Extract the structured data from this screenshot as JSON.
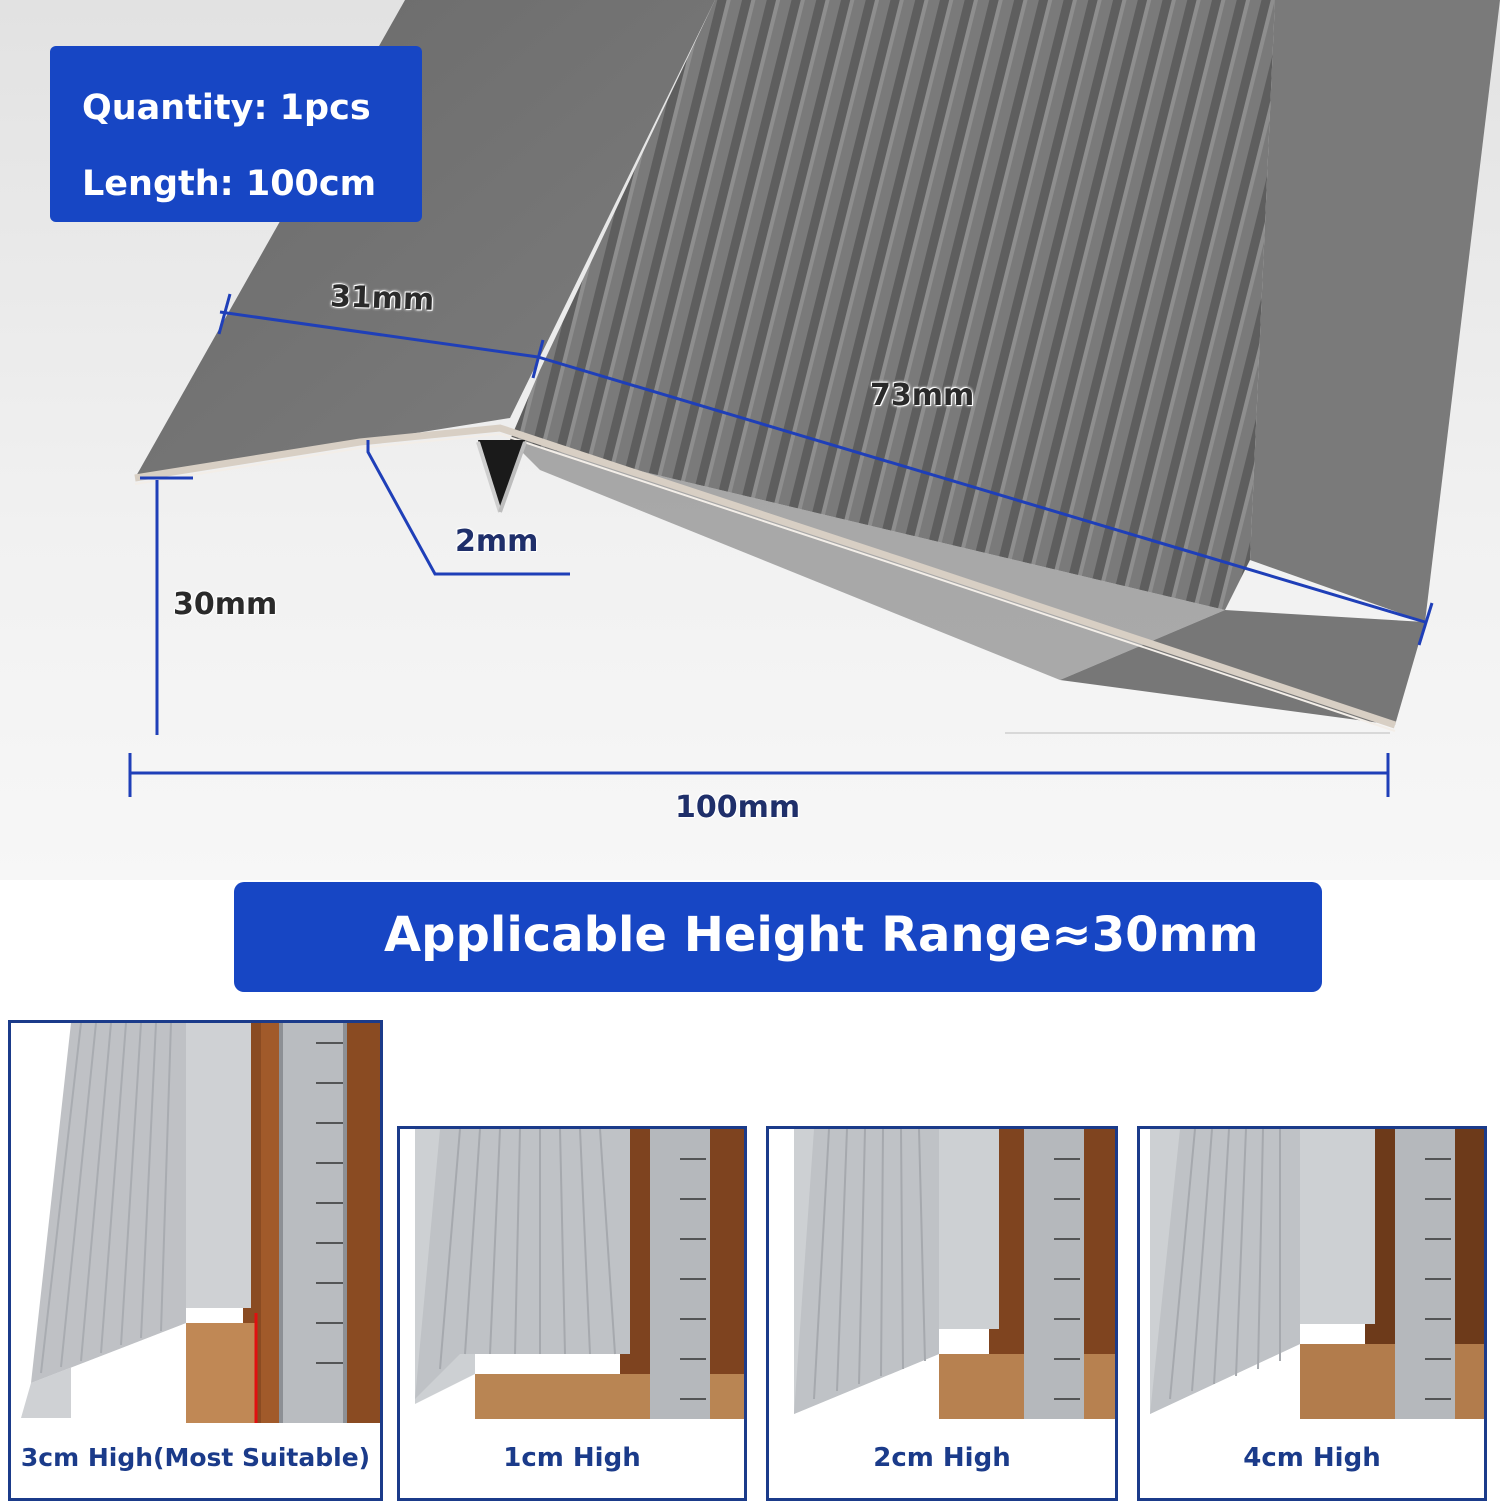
{
  "info": {
    "quantity": "Quantity: 1pcs",
    "length": "Length: 100cm"
  },
  "dimensions": {
    "top_flat": "31mm",
    "ribbed_slope": "73mm",
    "thickness": "2mm",
    "height": "30mm",
    "total_width": "100mm"
  },
  "banner": {
    "text": "Applicable Height Range≈30mm"
  },
  "examples": [
    {
      "caption": "3cm High(Most Suitable)"
    },
    {
      "caption": "1cm High"
    },
    {
      "caption": "2cm High"
    },
    {
      "caption": "4cm High"
    }
  ],
  "colors": {
    "brand_blue": "#1746c4",
    "panel_border": "#1b3b8a",
    "dimension_line": "#1f3fb8",
    "profile_gray": "#6e6e6e"
  }
}
